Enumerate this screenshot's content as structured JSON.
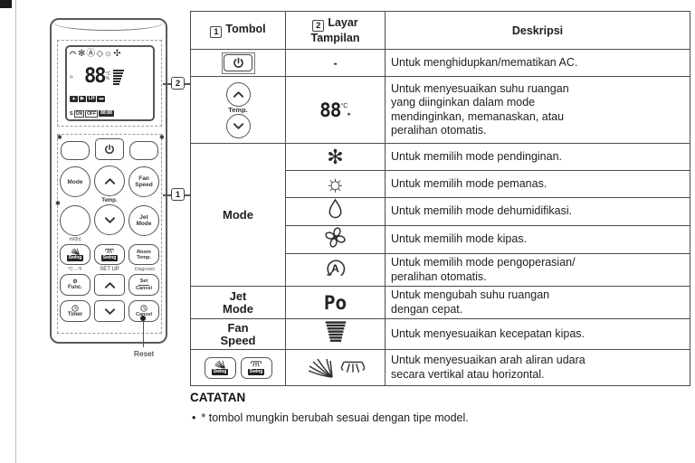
{
  "document": {
    "notes_title": "CATATAN",
    "notes_bullet_marker": "•",
    "notes_bullet": "* tombol mungkin berubah sesuai dengan tipe model."
  },
  "callouts": {
    "display_num": "2",
    "buttons_num": "1"
  },
  "remote": {
    "reset_label": "Reset",
    "lcd": {
      "mode_glyphs": "✻Ⓐ◇☼✣",
      "wifi_glyph": "◠",
      "swing_glyph": "≈",
      "temp_value": "88",
      "unit_c": "°C",
      "unit_pct": "%",
      "chip_a": "▲",
      "chip_b": "▶",
      "chip_lh": "LH",
      "chip_bar": "▬",
      "s_label": "S",
      "on_label": "ON",
      "off_label": "OFF",
      "time_value": "88:88"
    },
    "buttons": {
      "star": "✱",
      "mode": "Mode",
      "temp_label": "Temp.",
      "fan_speed_l1": "Fan",
      "fan_speed_l2": "Speed",
      "jet_mode_l1": "Jet",
      "jet_mode_l2": "Mode",
      "kwh_label": "kW[h]",
      "swing": "Swing",
      "room_temp_l1": "Room",
      "room_temp_l2": "Temp.",
      "cf_label": "°C↔°F",
      "setup_label": "SET UP",
      "diagnosis_label": "Diagnosis",
      "func": "Func.",
      "gear_glyph": "⚙",
      "set": "Set",
      "set_cancel": "Cancel",
      "timer": "Timer",
      "cancel": "Cancel"
    }
  },
  "table": {
    "header": {
      "col1_num": "1",
      "col1_label": "Tombol",
      "col2_num": "2",
      "col2_label_l1": "Layar",
      "col2_label_l2": "Tampilan",
      "col3_label": "Deskripsi"
    },
    "rows": {
      "power": {
        "display": "-",
        "desc": "Untuk menghidupkan/mematikan AC."
      },
      "temp": {
        "button_label": "Temp.",
        "display_value": "88",
        "display_unit": "°C",
        "display_arrow": "▸",
        "desc": "Untuk menyesuaikan suhu ruangan\nyang diinginkan dalam mode\nmendinginkan, memanaskan, atau\nperalihan otomatis."
      },
      "mode": {
        "button_label": "Mode",
        "items": [
          {
            "icon": "snowflake-icon",
            "glyph": "✻",
            "desc": "Untuk memilih mode pendinginan."
          },
          {
            "icon": "sun-icon",
            "glyph": "☼",
            "desc": "Untuk memilih mode pemanas."
          },
          {
            "icon": "droplet-icon",
            "desc": "Untuk memilih mode dehumidifikasi."
          },
          {
            "icon": "fan-icon",
            "desc": "Untuk memilih mode kipas."
          },
          {
            "icon": "auto-mode-icon",
            "letter": "A",
            "desc": "Untuk memilih mode pengoperasian/\nperalihan otomatis."
          }
        ]
      },
      "jet_mode": {
        "button_l1": "Jet",
        "button_l2": "Mode",
        "display": "Po",
        "desc": "Untuk mengubah suhu ruangan\ndengan cepat."
      },
      "fan_speed": {
        "button_l1": "Fan",
        "button_l2": "Speed",
        "desc": "Untuk menyesuaikan kecepatan kipas."
      },
      "swing": {
        "button_label": "Swing",
        "desc": "Untuk menyesuaikan arah aliran udara\nsecara vertikal atau horizontal."
      }
    }
  }
}
